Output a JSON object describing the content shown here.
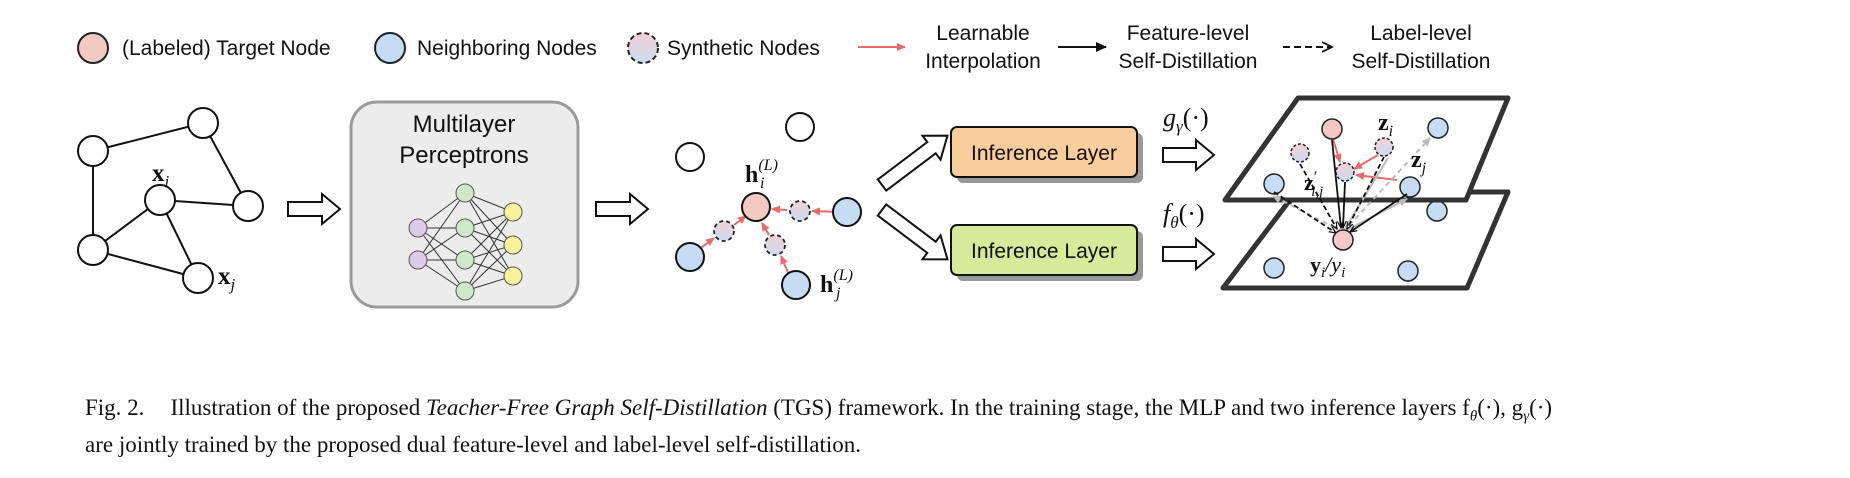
{
  "legend": {
    "target_node": "(Labeled) Target Node",
    "neighboring_nodes": "Neighboring Nodes",
    "synthetic_nodes": "Synthetic Nodes",
    "learnable_1": "Learnable",
    "learnable_2": "Interpolation",
    "feature_1": "Feature-level",
    "feature_2": "Self-Distillation",
    "label_1": "Label-level",
    "label_2": "Self-Distillation"
  },
  "graph": {
    "xi_sym": "x",
    "xi_sub": "i",
    "xj_sym": "x",
    "xj_sub": "j"
  },
  "mlp": {
    "title_1": "Multilayer",
    "title_2": "Perceptrons"
  },
  "interp": {
    "hi_sym": "h",
    "hi_sub": "i",
    "hj_sym": "h",
    "hj_sub": "j",
    "sup": "(L)"
  },
  "inference": {
    "top_label": "Inference Layer",
    "bottom_label": "Inference Layer"
  },
  "functions": {
    "g_sym": "g",
    "g_sub": "γ",
    "g_arg": "(·)",
    "f_sym": "f",
    "f_sub": "θ",
    "f_arg": "(·)"
  },
  "planes": {
    "zi_sym": "z",
    "zi_sub": "i",
    "zj_sym": "z",
    "zj_sub": "j",
    "zij_sym": "z",
    "zij_prime": "′",
    "zij_sub": "i,j",
    "y_label": "y",
    "y_sub": "i",
    "y_slash": "/y",
    "y_sub2": "i"
  },
  "caption": {
    "fig": "Fig. 2.",
    "pre": "Illustration of the proposed ",
    "title": "Teacher-Free Graph Self-Distillation",
    "post": " (TGS) framework. In the training stage, the MLP and two inference layers f",
    "f_sub": "θ",
    "mid": "(·), g",
    "g_sub": "γ",
    "end": "(·)",
    "line2": "are jointly trained by the proposed dual feature-level and label-level self-distillation."
  },
  "colors": {
    "target": "#f4c9c4",
    "neighbor": "#c5dcf4",
    "synthetic_top": "#f2cfd4",
    "synthetic_bottom": "#cddcf2",
    "interp_arrow": "#e86b6b",
    "inference_top": "#f9cd9c",
    "inference_bottom": "#d6ea9b",
    "mlp_box": "#ececec"
  }
}
